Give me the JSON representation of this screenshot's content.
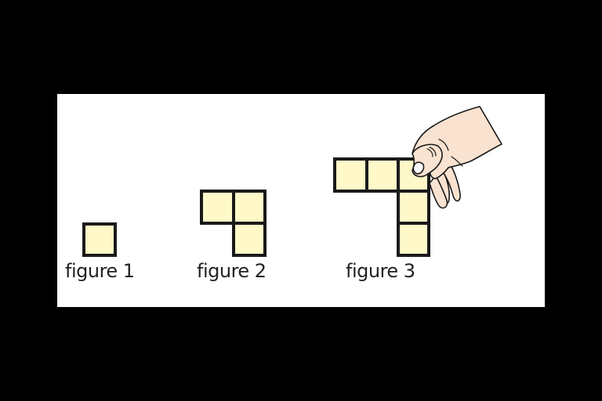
{
  "colors": {
    "background": "#000000",
    "panel": "#ffffff",
    "square_fill": "#fff8c8",
    "square_border": "#1a1a1a",
    "hand_fill": "#f9e2d0",
    "hand_outline": "#1a1a1a",
    "text": "#222222"
  },
  "figures": [
    {
      "label": "figure 1",
      "square_count": 1
    },
    {
      "label": "figure 2",
      "square_count": 3
    },
    {
      "label": "figure 3",
      "square_count": 5
    }
  ],
  "illustration": {
    "hand": "hand-holding-square",
    "description": "hand placing a square onto figure 3"
  }
}
